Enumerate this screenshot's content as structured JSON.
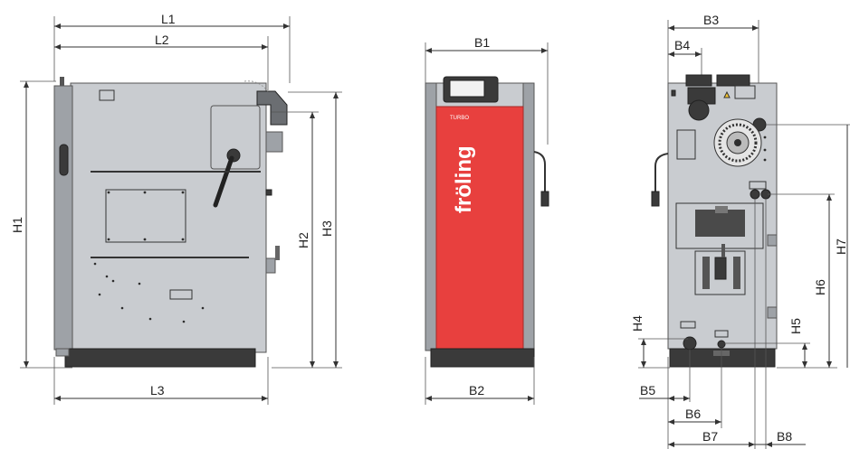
{
  "dimensions": {
    "L1": "L1",
    "L2": "L2",
    "L3": "L3",
    "H1": "H1",
    "H2": "H2",
    "H3": "H3",
    "B1": "B1",
    "B2": "B2",
    "B3": "B3",
    "B4": "B4",
    "H4": "H4",
    "H5": "H5",
    "H6": "H6",
    "H7": "H7",
    "B5": "B5",
    "B6": "B6",
    "B7": "B7",
    "B8": "B8"
  },
  "brand": {
    "name": "fröling",
    "model": "TURBO",
    "accent": "#e8403e"
  }
}
